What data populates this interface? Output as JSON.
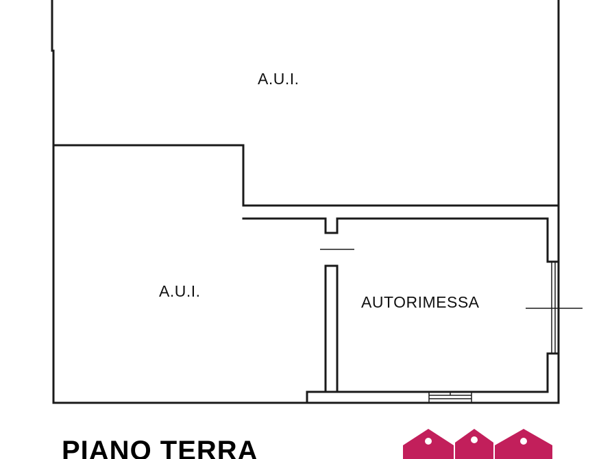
{
  "rooms": {
    "aui_top": "A.U.I.",
    "aui_bottom": "A.U.I.",
    "garage": "AUTORIMESSA"
  },
  "floor_title": "PIANO TERRA",
  "colors": {
    "walls": "#1a1a1a",
    "logo": "#c21f5b",
    "background": "#ffffff"
  }
}
